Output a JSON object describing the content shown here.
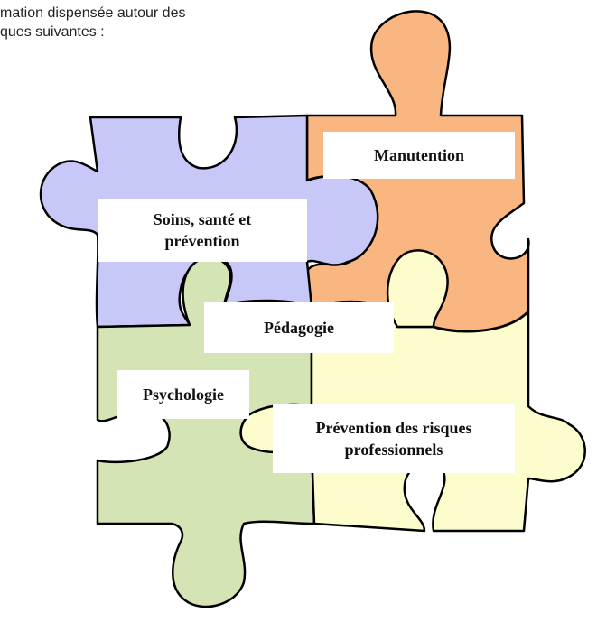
{
  "intro": {
    "line1": "mation dispensée autour des",
    "line2": "ques suivantes :"
  },
  "pieces": {
    "manutention": {
      "label": "Manutention",
      "color": "#f9b680"
    },
    "soins": {
      "line1": "Soins, santé et",
      "line2": "prévention",
      "color": "#c8c8f8"
    },
    "pedagogie": {
      "label": "Pédagogie"
    },
    "psychologie": {
      "label": "Psychologie",
      "color": "#d4e4b4"
    },
    "prevention": {
      "line1": "Prévention des risques",
      "line2": "professionnels",
      "color": "#fdfccc"
    }
  },
  "colors": {
    "outline": "#000000",
    "label_background": "#ffffff"
  }
}
